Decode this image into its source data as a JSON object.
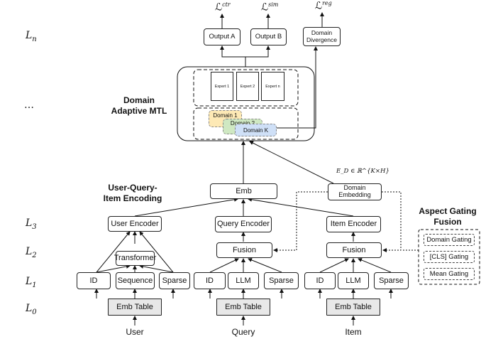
{
  "levels": {
    "ln": {
      "base": "L",
      "sub": "n"
    },
    "dots": "…",
    "l3": {
      "base": "L",
      "sub": "3"
    },
    "l2": {
      "base": "L",
      "sub": "2"
    },
    "l1": {
      "base": "L",
      "sub": "1"
    },
    "l0": {
      "base": "L",
      "sub": "0"
    }
  },
  "losses": {
    "ctr": {
      "symbol": "ℒ",
      "sup": "ctr"
    },
    "sim": {
      "symbol": "ℒ",
      "sup": "sim"
    },
    "reg": {
      "symbol": "ℒ",
      "sup": "reg"
    }
  },
  "outputs": {
    "a": "Output A",
    "b": "Output B",
    "divergence_line1": "Domain",
    "divergence_line2": "Divergence"
  },
  "mtl": {
    "title_line1": "Domain",
    "title_line2": "Adaptive MTL",
    "experts": [
      "Expert 1",
      "Expert 2",
      "Expert n"
    ],
    "domains": [
      "Domain 1",
      "Domain 2",
      "Domain K"
    ],
    "domain_colors": [
      "#fde9b5",
      "#cfe8c2",
      "#cfe0f7"
    ]
  },
  "encoding": {
    "title_line1": "User-Query-",
    "title_line2": "Item Encoding",
    "emb": "Emb",
    "domain_embedding_line1": "Domain",
    "domain_embedding_line2": "Embedding",
    "equation": "E_D ∈ ℝ^{K×H}"
  },
  "towers": {
    "user": {
      "encoder": "User Encoder",
      "transformer": "Transformer",
      "features": [
        "ID",
        "Sequence",
        "Sparse"
      ],
      "table": "Emb Table",
      "input": "User"
    },
    "query": {
      "encoder": "Query Encoder",
      "fusion": "Fusion",
      "features": [
        "ID",
        "LLM",
        "Sparse"
      ],
      "table": "Emb Table",
      "input": "Query"
    },
    "item": {
      "encoder": "Item Encoder",
      "fusion": "Fusion",
      "features": [
        "ID",
        "LLM",
        "Sparse"
      ],
      "table": "Emb Table",
      "input": "Item"
    }
  },
  "gating": {
    "title_line1": "Aspect Gating",
    "title_line2": "Fusion",
    "options": [
      "Domain Gating",
      "[CLS] Gating",
      "Mean Gating"
    ]
  }
}
